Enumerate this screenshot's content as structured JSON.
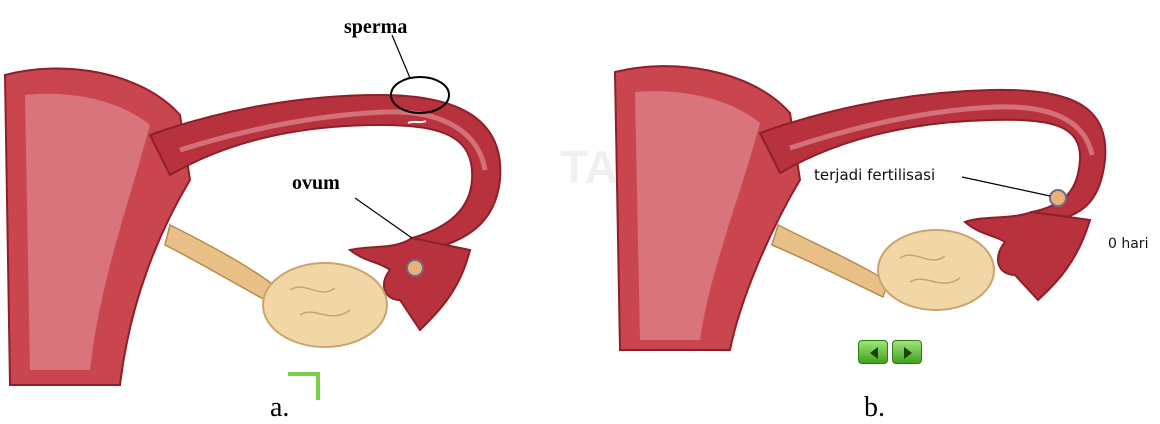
{
  "panel_a": {
    "label_sperma": "sperma",
    "label_ovum": "ovum",
    "caption": "a."
  },
  "panel_b": {
    "label_fertilization": "terjadi fertilisasi",
    "day_counter": "0 hari",
    "caption": "b.",
    "nav_buttons": [
      {
        "icon": "arrow-left-icon"
      },
      {
        "icon": "arrow-right-icon"
      }
    ]
  },
  "colors": {
    "tube_red": "#b8323e",
    "tube_dark": "#8e1f2a",
    "tube_light": "#e59aa3",
    "ovary": "#f2d7a6",
    "ligament": "#e8c088",
    "button_green": "#5cc234"
  }
}
